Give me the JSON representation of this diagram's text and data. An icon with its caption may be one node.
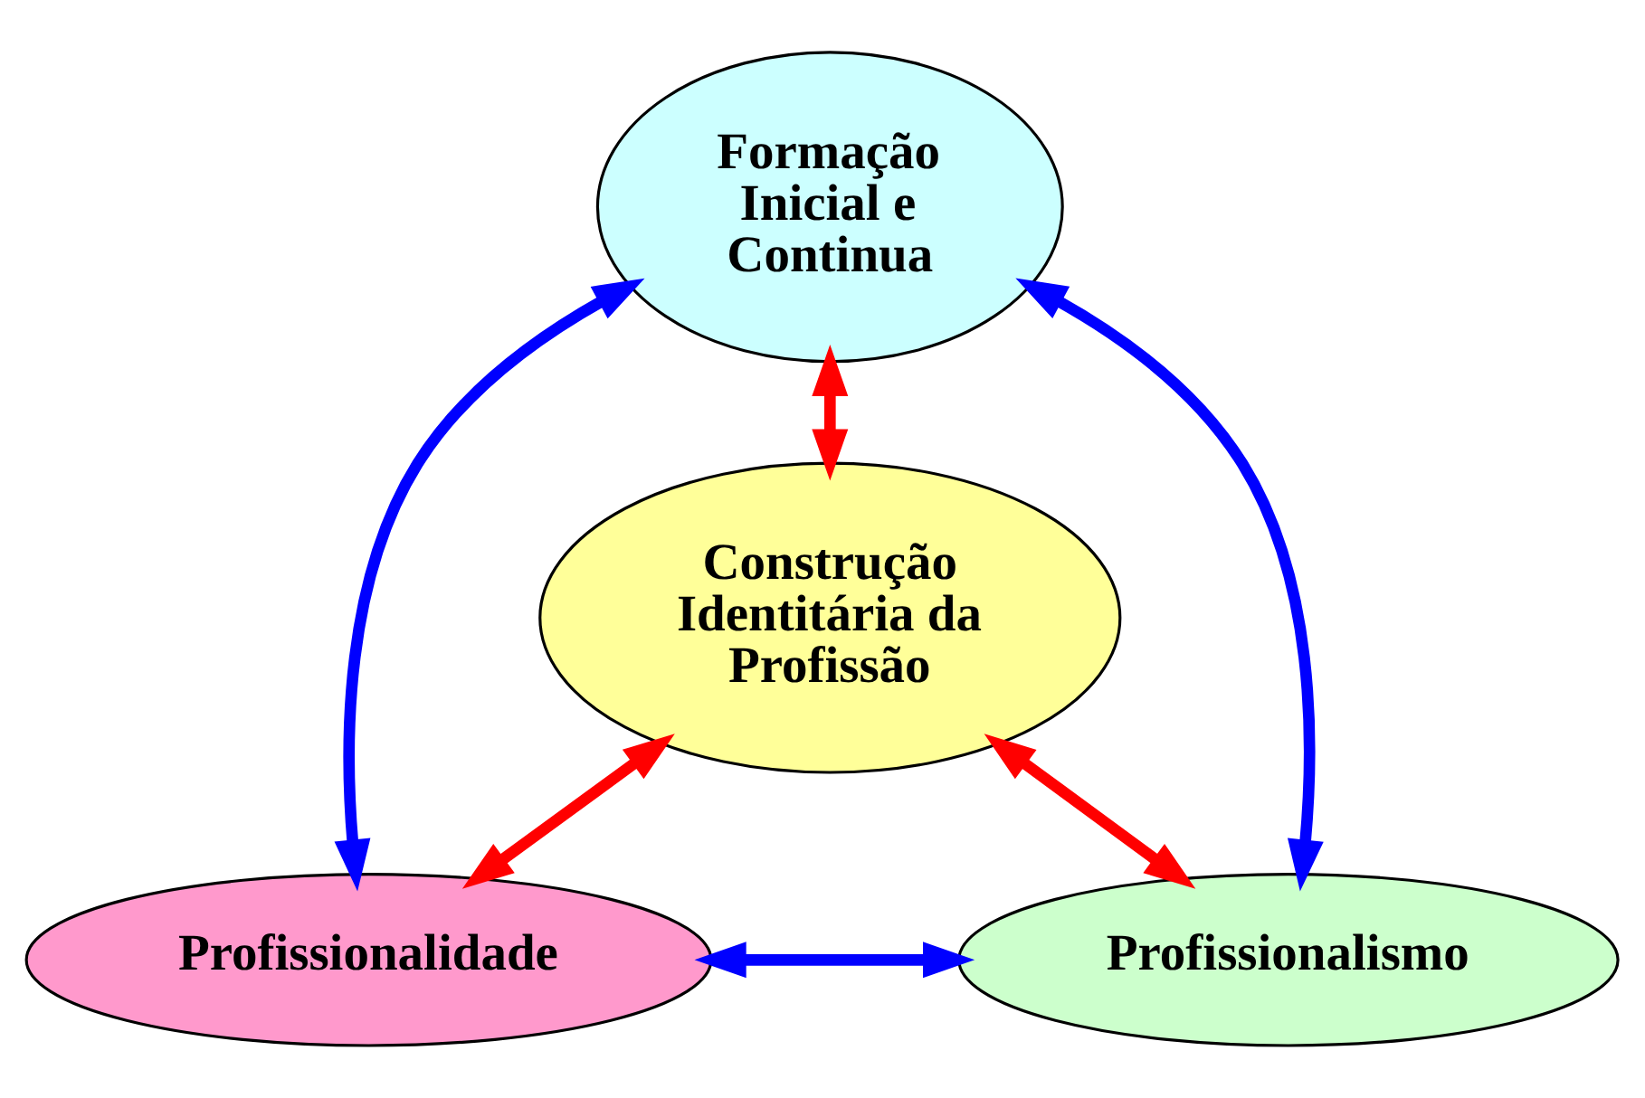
{
  "diagram": {
    "nodes": [
      {
        "text": [
          "Formação Inicial e Continua"
        ]
      },
      {
        "text": [
          "Construção Identitária da Profissão"
        ]
      },
      {
        "text": [
          "Profissionalidade"
        ]
      },
      {
        "text": [
          "Profissionalismo"
        ]
      }
    ],
    "edges": [
      {
        "from": 0,
        "to": 1,
        "arrow": "both",
        "color": "#ff0000"
      },
      {
        "from": 0,
        "to": 2,
        "arrow": "both",
        "color": "#0000ff"
      },
      {
        "from": 0,
        "to": 3,
        "arrow": "both",
        "color": "#0000ff"
      },
      {
        "from": 1,
        "to": 2,
        "arrow": "both",
        "color": "#ff0000"
      },
      {
        "from": 1,
        "to": 3,
        "arrow": "both",
        "color": "#ff0000"
      },
      {
        "from": 2,
        "to": 3,
        "arrow": "both",
        "color": "#0000ff"
      }
    ]
  }
}
